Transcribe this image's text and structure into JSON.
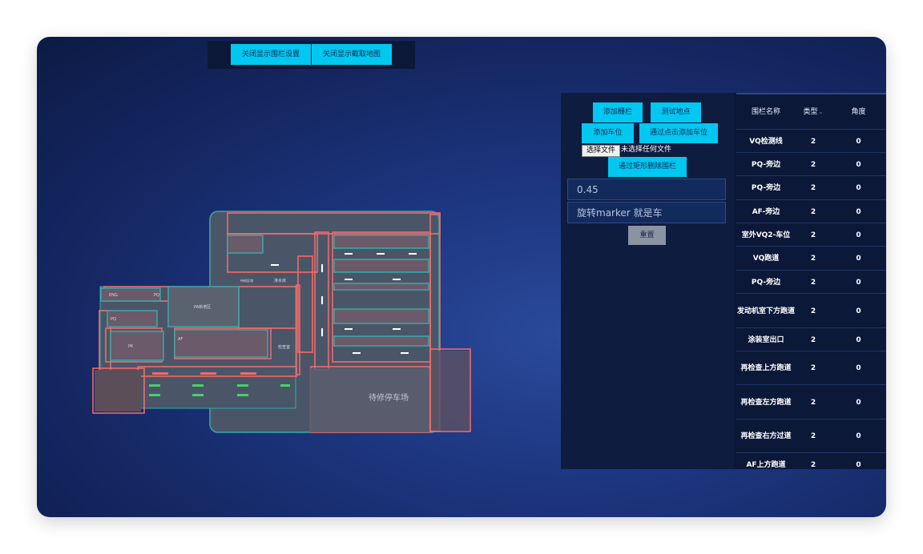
{
  "topbar": {
    "btn_toggle_fence": "关闭显示围栏设置",
    "btn_toggle_capture": "关闭显示截取地图"
  },
  "map": {
    "label_wait_parking": "待修停车场",
    "label_pa": "PA新增区",
    "label_eng": "ENG",
    "label_pq": "PQ",
    "label_af": "AF",
    "label_pk": "PK",
    "label_water": "淋水房",
    "label_room": "检查室",
    "label_small": "待修区域"
  },
  "controls": {
    "add_fence": "添加栅栏",
    "test_location": "测试地点",
    "add_parking": "添加车位",
    "click_add_parking": "通过点击添加车位",
    "file_button": "选择文件",
    "file_status": "未选择任何文件",
    "rect_delete_fence": "通过矩形删除围栏",
    "value_input": "0.45",
    "rotate_hint": "旋转marker 就是车",
    "reset": "重置"
  },
  "table": {
    "headers": {
      "name": "围栏名称",
      "type": "类型",
      "type_icon": "chevron-down-icon",
      "angle": "角度"
    },
    "rows": [
      {
        "name": "VQ检测线",
        "type": "2",
        "angle": "0"
      },
      {
        "name": "PQ-旁边",
        "type": "2",
        "angle": "0"
      },
      {
        "name": "PQ-旁边",
        "type": "2",
        "angle": "0"
      },
      {
        "name": "AF-旁边",
        "type": "2",
        "angle": "0"
      },
      {
        "name": "室外VQ2-车位",
        "type": "2",
        "angle": "0"
      },
      {
        "name": "VQ跑道",
        "type": "2",
        "angle": "0"
      },
      {
        "name": "PQ-旁边",
        "type": "2",
        "angle": "0"
      },
      {
        "name": "发动机室下方跑道",
        "type": "2",
        "angle": "0"
      },
      {
        "name": "涂装室出口",
        "type": "2",
        "angle": "0"
      },
      {
        "name": "再检查上方跑道",
        "type": "2",
        "angle": "0"
      },
      {
        "name": "再检查左方跑道",
        "type": "2",
        "angle": "0"
      },
      {
        "name": "再检查右方过道",
        "type": "2",
        "angle": "0"
      },
      {
        "name": "AF上方跑道",
        "type": "2",
        "angle": "0"
      }
    ]
  },
  "colors": {
    "accent": "#00c8f0",
    "fence": "#f06a6a",
    "zone": "#3aa8a8"
  }
}
